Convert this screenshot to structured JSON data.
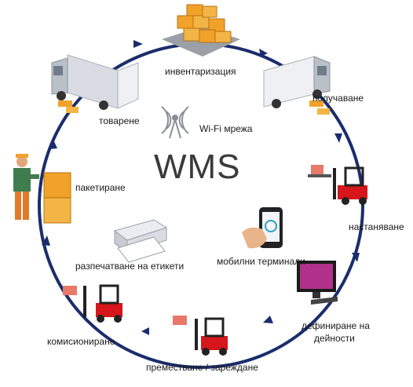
{
  "center": {
    "title": "WMS",
    "wifi_label": "Wi-Fi мрежа"
  },
  "cycle": [
    {
      "id": "inventory",
      "label": "инвентаризация"
    },
    {
      "id": "receiving",
      "label": "получаване"
    },
    {
      "id": "putaway",
      "label": "настаняване"
    },
    {
      "id": "define",
      "label_line1": "дефиниране на",
      "label_line2": "дейности"
    },
    {
      "id": "moving",
      "label": "преместване / зареждане"
    },
    {
      "id": "picking",
      "label": "комисиониране"
    },
    {
      "id": "packing",
      "label": "пакетиране"
    },
    {
      "id": "loading",
      "label": "товарене"
    }
  ],
  "inner": [
    {
      "id": "mobile",
      "label": "мобилни терминали"
    },
    {
      "id": "printing",
      "label": "разпечатване на етикети"
    }
  ],
  "colors": {
    "ring": "#1b2d6b",
    "box": "#f0a22a",
    "forklift": "#d6161b",
    "truck": "#d9dde3"
  }
}
